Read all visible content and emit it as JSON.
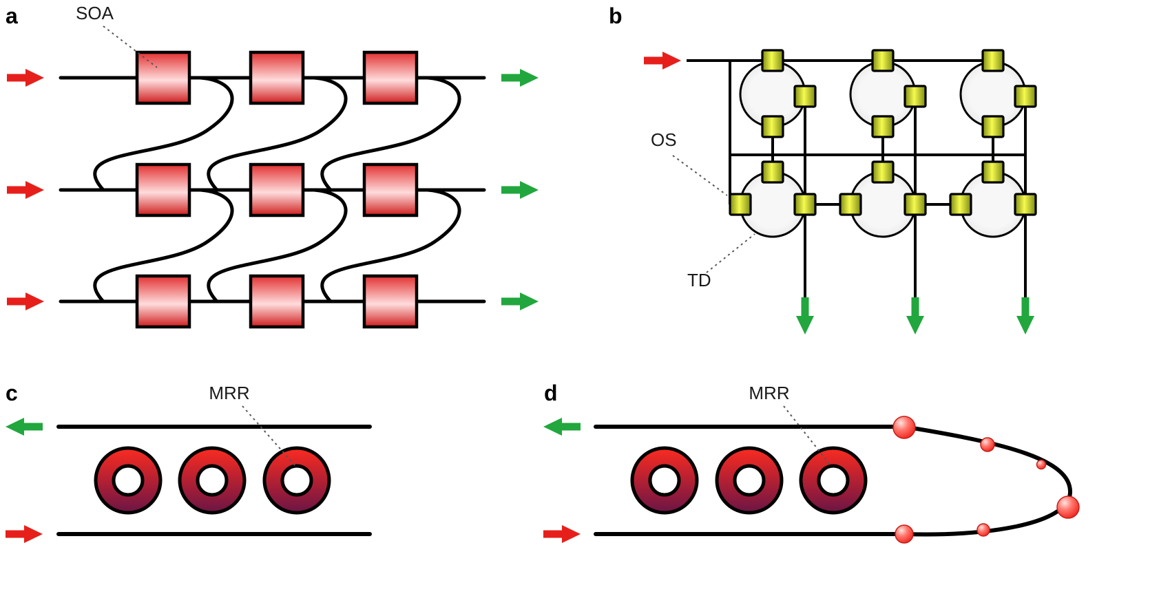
{
  "figure": {
    "panels": {
      "a": {
        "label": "a",
        "component_label": "SOA",
        "inputs": 3,
        "outputs": 3,
        "soa_rows": 3,
        "soa_cols": 3
      },
      "b": {
        "label": "b",
        "switch_label": "OS",
        "delay_label": "TD",
        "inputs": 1,
        "outputs": 3,
        "circle_rows": 2,
        "circle_cols": 3
      },
      "c": {
        "label": "c",
        "component_label": "MRR",
        "ring_count": 3
      },
      "d": {
        "label": "d",
        "component_label": "MRR",
        "ring_count": 3,
        "pulse_count": 6
      }
    },
    "colors": {
      "input_arrow": "#e71f1b",
      "output_arrow": "#21a73e",
      "waveguide": "#000000",
      "soa_top": "#e23131",
      "soa_mid": "#ffdcdc",
      "soa_bottom": "#cf1d1d",
      "os_edge": "#7d8b12",
      "os_center": "#f6fb4f",
      "td_fill": "#f7f7f7",
      "ring_top": "#fb2b20",
      "ring_bottom": "#6b1545",
      "pulse_highlight": "#ffe4e1",
      "pulse_mid": "#ff7a70",
      "pulse_edge": "#ee1a14",
      "pulse_stroke": "#c41f18",
      "annotation": "#555555"
    }
  }
}
